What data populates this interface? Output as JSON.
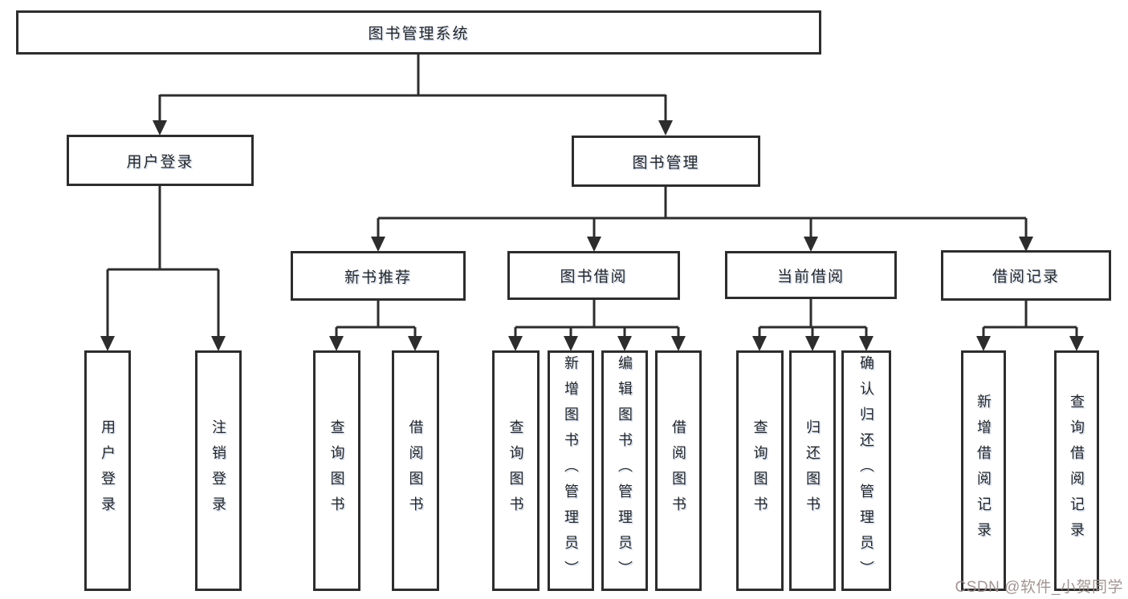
{
  "diagram_title": "图书管理系统",
  "colors": {
    "line": "#2d2d2d",
    "box_border": "#2d2d2d",
    "text": "#252525",
    "background": "#ffffff",
    "watermark": "#9b8d8b"
  },
  "tree": {
    "label": "图书管理系统",
    "children": [
      {
        "label": "用户登录",
        "children": [
          {
            "label": "用户登录"
          },
          {
            "label": "注销登录"
          }
        ]
      },
      {
        "label": "图书管理",
        "children": [
          {
            "label": "新书推荐",
            "children": [
              {
                "label": "查询图书"
              },
              {
                "label": "借阅图书"
              }
            ]
          },
          {
            "label": "图书借阅",
            "children": [
              {
                "label": "查询图书"
              },
              {
                "label": "新增图书（管理员）"
              },
              {
                "label": "编辑图书（管理员）"
              },
              {
                "label": "借阅图书"
              }
            ]
          },
          {
            "label": "当前借阅",
            "children": [
              {
                "label": "查询图书"
              },
              {
                "label": "归还图书"
              },
              {
                "label": "确认归还（管理员）"
              }
            ]
          },
          {
            "label": "借阅记录",
            "children": [
              {
                "label": "新增借阅记录"
              },
              {
                "label": "查询借阅记录"
              }
            ]
          }
        ]
      }
    ]
  },
  "watermark": "CSDN @软件_小贺同学"
}
